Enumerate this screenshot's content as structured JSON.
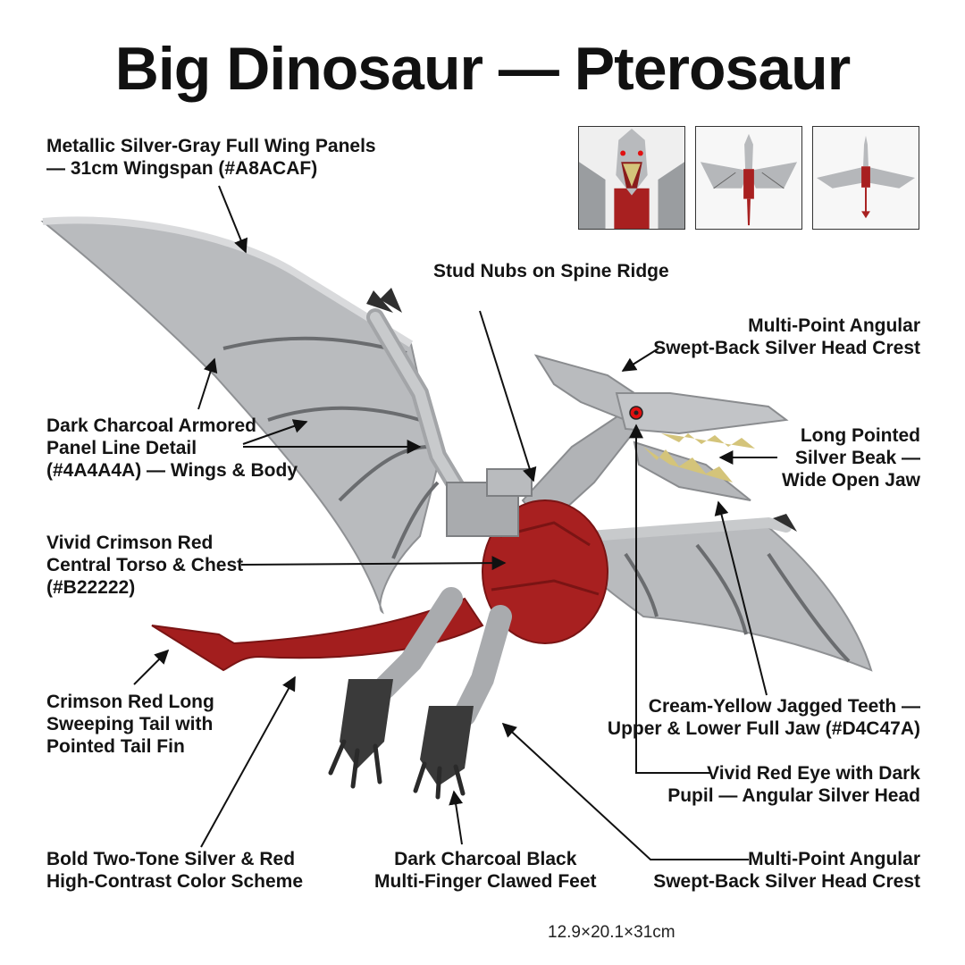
{
  "title": "Big Dinosaur — Pterosaur",
  "labels": {
    "wing_panels": [
      "Metallic Silver-Gray Full Wing Panels",
      "— 31cm Wingspan (#A8ACAF)"
    ],
    "panel_lines": [
      "Dark Charcoal Armored",
      "Panel Line Detail",
      "(#4A4A4A) — Wings & Body"
    ],
    "torso": [
      "Vivid Crimson Red",
      "Central Torso & Chest",
      "(#B22222)"
    ],
    "tail": [
      "Crimson Red Long",
      "Sweeping Tail with",
      "Pointed Tail Fin"
    ],
    "color_scheme": [
      "Bold Two-Tone Silver & Red",
      "High-Contrast Color Scheme"
    ],
    "spine": [
      "Stud Nubs on Spine Ridge"
    ],
    "head_crest_top": [
      "Multi-Point Angular",
      "Swept-Back Silver Head Crest"
    ],
    "beak": [
      "Long Pointed",
      "Silver Beak —",
      "Wide Open Jaw"
    ],
    "teeth": [
      "Cream-Yellow Jagged Teeth —",
      "Upper & Lower Full Jaw (#D4C47A)"
    ],
    "eye": [
      "Vivid Red Eye with Dark",
      "Pupil — Angular Silver Head"
    ],
    "feet": [
      "Dark Charcoal Black",
      "Multi-Finger Clawed Feet"
    ],
    "head_crest_bottom": [
      "Multi-Point Angular",
      "Swept-Back Silver Head Crest"
    ]
  },
  "dimensions": "12.9×20.1×31cm",
  "thumbnails": [
    "head-closeup-view",
    "front-wings-view",
    "top-down-view"
  ],
  "colors": {
    "silver": "#A8ACAF",
    "charcoal": "#4A4A4A",
    "crimson": "#B22222",
    "teeth": "#D4C47A",
    "eye": "#E01010"
  }
}
